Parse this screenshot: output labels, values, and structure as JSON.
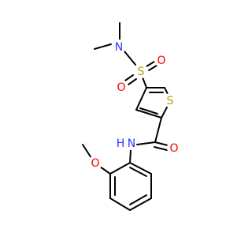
{
  "molecule": {
    "atoms": {
      "n_top": {
        "label": "N",
        "color": "#3333ff"
      },
      "s_sulfonyl": {
        "label": "S",
        "color": "#b3a200"
      },
      "o_sulfonyl_left": {
        "label": "O",
        "color": "#ff0000"
      },
      "o_sulfonyl_right": {
        "label": "O",
        "color": "#ff0000"
      },
      "s_ring": {
        "label": "S",
        "color": "#b3a200"
      },
      "o_carbonyl": {
        "label": "O",
        "color": "#ff0000"
      },
      "nh_amide": {
        "label": "N",
        "h_label": "H",
        "color": "#3333ff"
      },
      "o_methoxy": {
        "label": "O",
        "color": "#ff0000"
      }
    }
  }
}
